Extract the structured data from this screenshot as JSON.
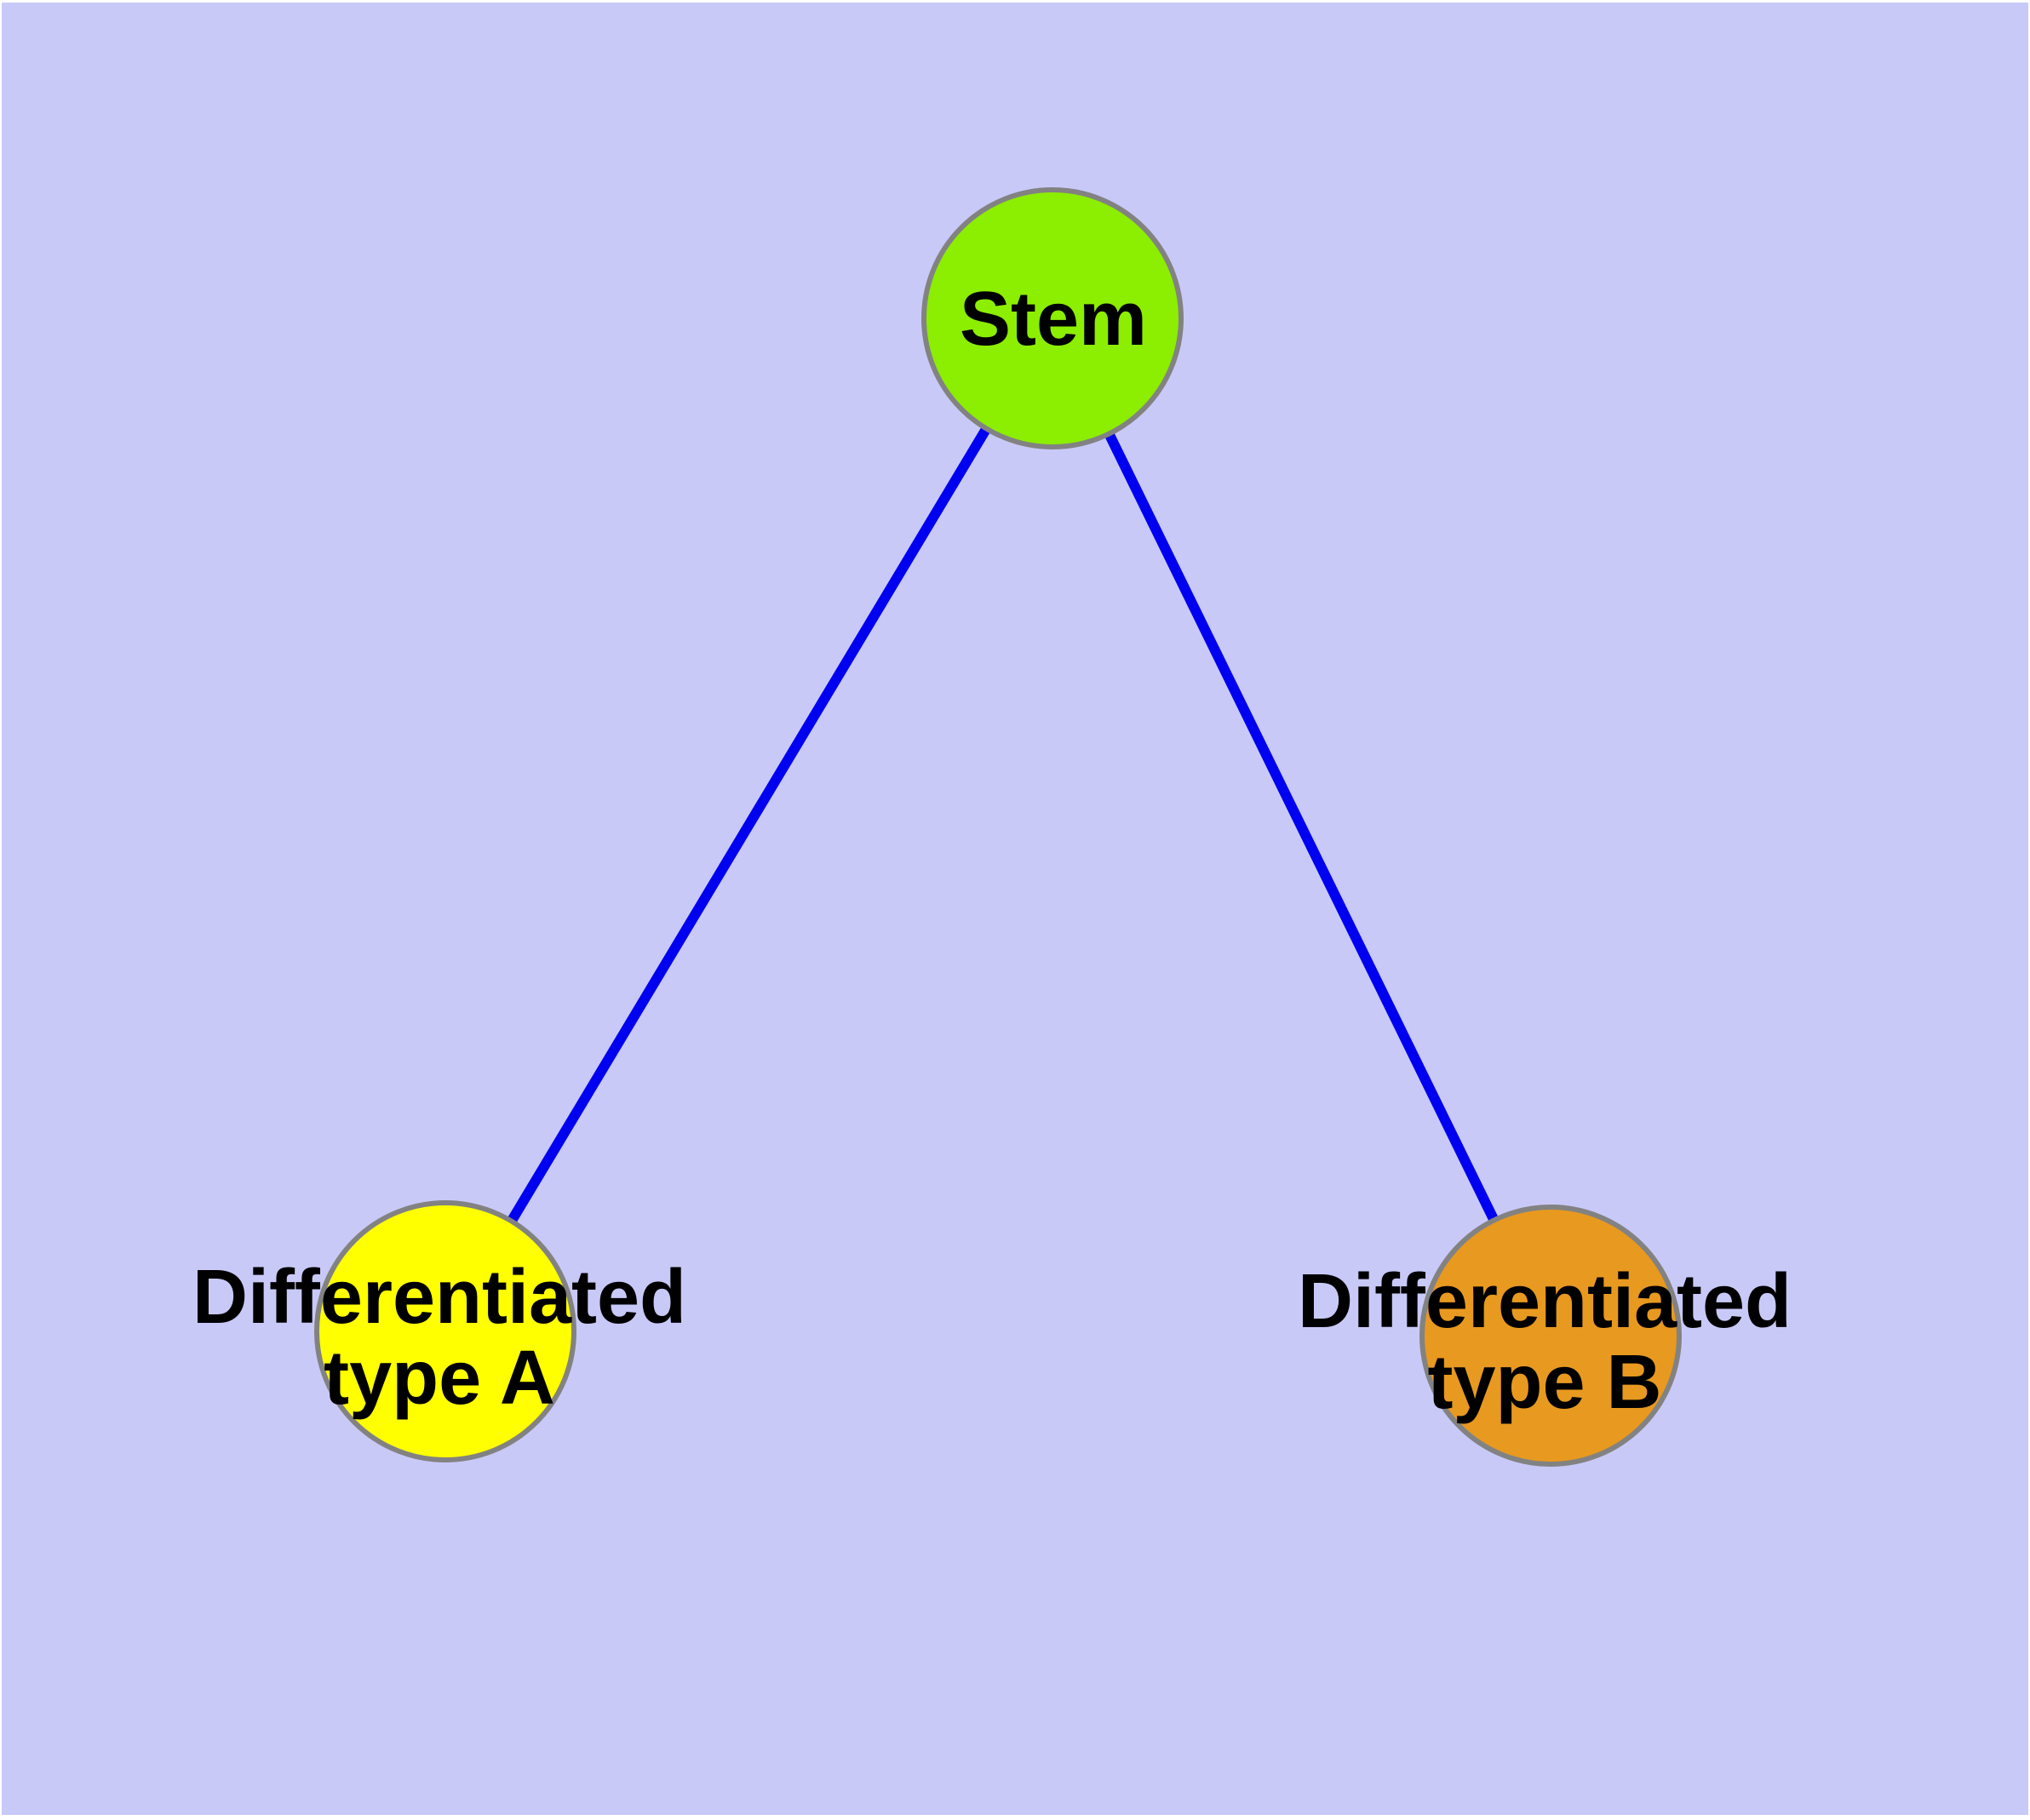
{
  "diagram": {
    "kind": "node-link-tree",
    "theme": {
      "page_margin_color": "#ffffff",
      "background_color": "#c9c9f8",
      "edge_color": "#0000f0",
      "node_border_color": "#828282",
      "label_color": "#000000"
    },
    "nodes": [
      {
        "id": "stem",
        "label": "Stem",
        "lines": [
          "Stem"
        ],
        "color": "#8cee00"
      },
      {
        "id": "differentiated-type-a",
        "label": "Differentiated type A",
        "lines": [
          "Differentiated",
          "type A"
        ],
        "color": "#ffff00"
      },
      {
        "id": "differentiated-type-b",
        "label": "Differentiated type B",
        "lines": [
          "Differentiated",
          "type B"
        ],
        "color": "#e8991f"
      }
    ],
    "edges": [
      {
        "from": "Stem",
        "to": "Differentiated type A"
      },
      {
        "from": "Stem",
        "to": "Differentiated type B"
      }
    ]
  }
}
